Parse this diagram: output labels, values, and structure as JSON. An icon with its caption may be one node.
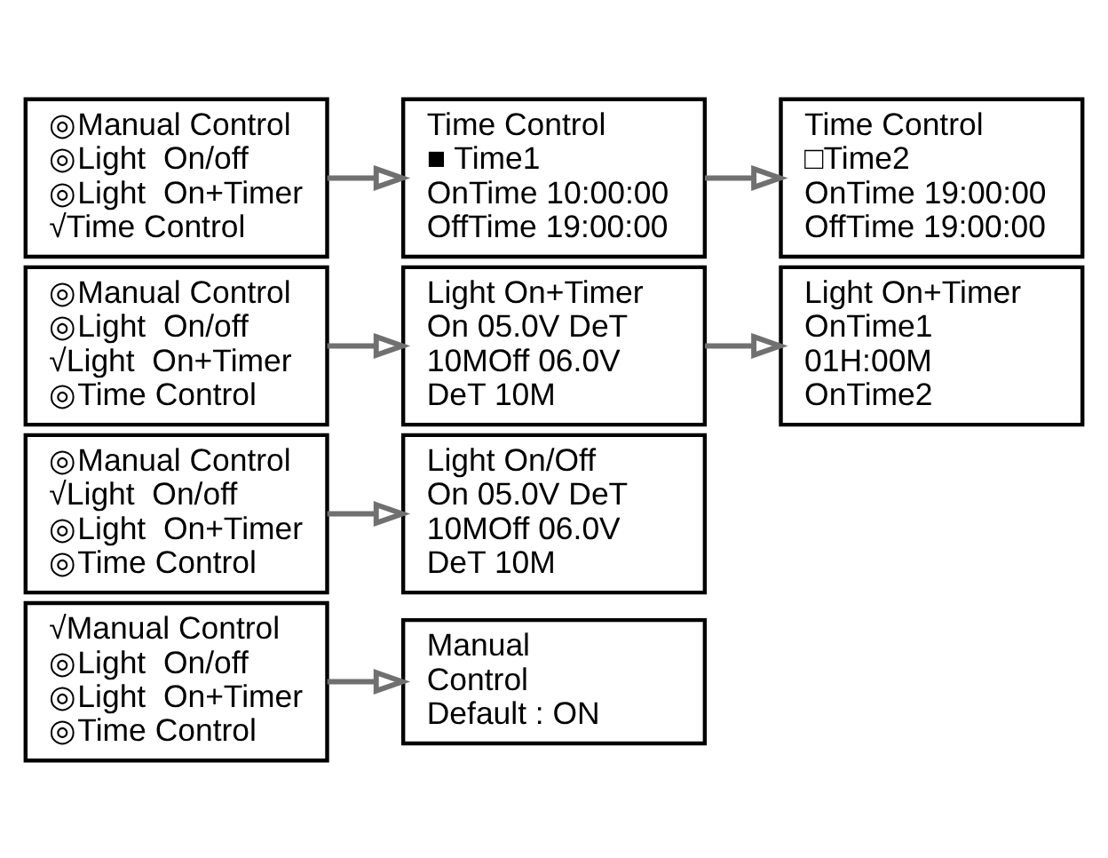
{
  "diagram": {
    "nodes": [
      {
        "text": [
          "√Manual Control",
          "◎Light  On/off",
          "◎Light  On+Timer",
          "◎Time Control"
        ]
      },
      {
        "text": [
          "Manual",
          "Control",
          "Default : ON"
        ]
      },
      {
        "text": [
          "◎Manual Control",
          "√Light  On/off",
          "◎Light  On+Timer",
          "◎Time Control"
        ]
      },
      {
        "text": [
          "Light On/Off",
          "On 05.0V DeT",
          "10MOff 06.0V",
          "DeT 10M"
        ]
      },
      {
        "text": [
          "◎Manual Control",
          "◎Light  On/off",
          "√Light  On+Timer",
          "◎Time Control"
        ]
      },
      {
        "text": [
          "Light On+Timer",
          "On 05.0V DeT",
          "10MOff 06.0V",
          "DeT 10M"
        ]
      },
      {
        "text": [
          "Light On+Timer",
          "OnTime1",
          "01H:00M",
          "OnTime2"
        ]
      },
      {
        "text": [
          "◎Manual Control",
          "◎Light  On/off",
          "◎Light  On+Timer",
          "√Time Control"
        ]
      },
      {
        "text": [
          "Time Control",
          "■ Time1",
          "OnTime 10:00:00",
          "OffTime 19:00:00"
        ]
      },
      {
        "text": [
          "Time Control",
          "□Time2",
          "OnTime 19:00:00",
          "OffTime 19:00:00"
        ]
      }
    ],
    "edges": [
      {
        "from": 0,
        "to": 1,
        "arrow": "to"
      },
      {
        "from": 2,
        "to": 3,
        "arrow": "to"
      },
      {
        "from": 4,
        "to": 5,
        "arrow": "to"
      },
      {
        "from": 5,
        "to": 6,
        "arrow": "to"
      },
      {
        "from": 7,
        "to": 8,
        "arrow": "to"
      },
      {
        "from": 8,
        "to": 9,
        "arrow": "to"
      }
    ]
  }
}
